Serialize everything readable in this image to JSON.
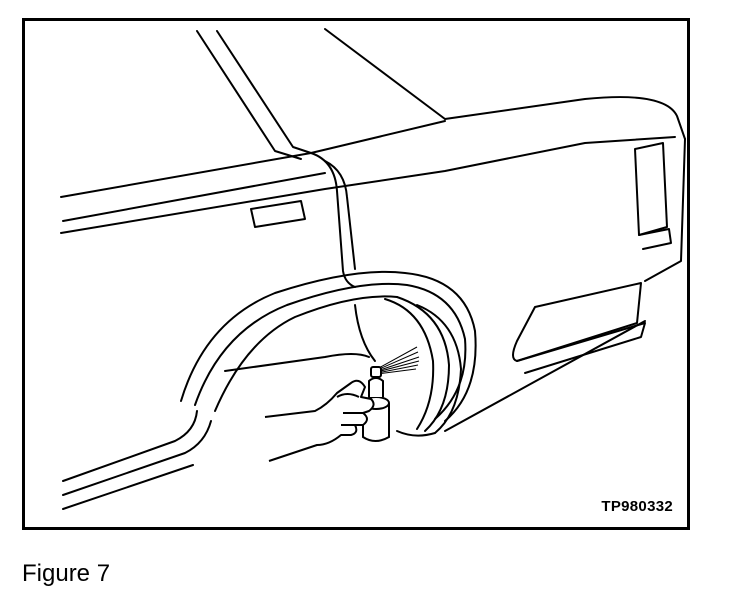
{
  "figure": {
    "code": "TP980332",
    "caption": "Figure 7"
  },
  "icons": [
    "car-rear-quarter-drawing",
    "hand-icon",
    "spray-can-icon",
    "spray-mist-icon"
  ],
  "colors": {
    "ink": "#000000",
    "paper": "#ffffff"
  }
}
